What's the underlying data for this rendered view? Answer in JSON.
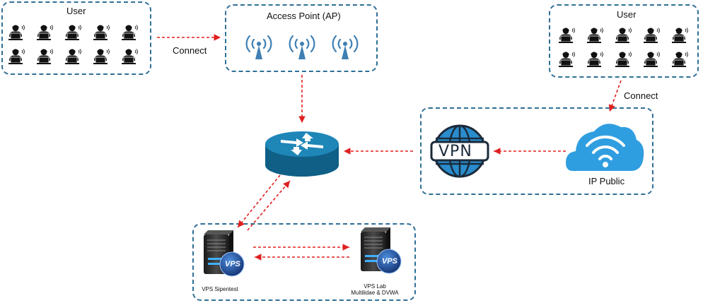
{
  "groups": {
    "user_left": {
      "title": "User",
      "user_count": 10
    },
    "access_point": {
      "title": "Access Point (AP)"
    },
    "user_right": {
      "title": "User",
      "user_count": 10
    },
    "ip_public_group": {
      "cloud_label": "IP Public",
      "vpn_text": "VPN"
    },
    "vps_group": {
      "server1_label": "VPS Sipentest",
      "server1_badge": "VPS",
      "server2_label_line1": "VPS Lab",
      "server2_label_line2": "Multilidae & DVWA",
      "server2_badge": "VPS"
    }
  },
  "connections": {
    "user_left_to_ap": "Connect",
    "user_right_to_ip": "Connect"
  },
  "colors": {
    "border": "#2f6f96",
    "arrow": "#e02020",
    "router_top": "#1f86b8",
    "router_side": "#0f5f86",
    "antenna": "#3f7fb3",
    "cloud": "#2f9ee0",
    "server_body": "#2c2c2c",
    "vps_badge": "#1c3f8c"
  }
}
